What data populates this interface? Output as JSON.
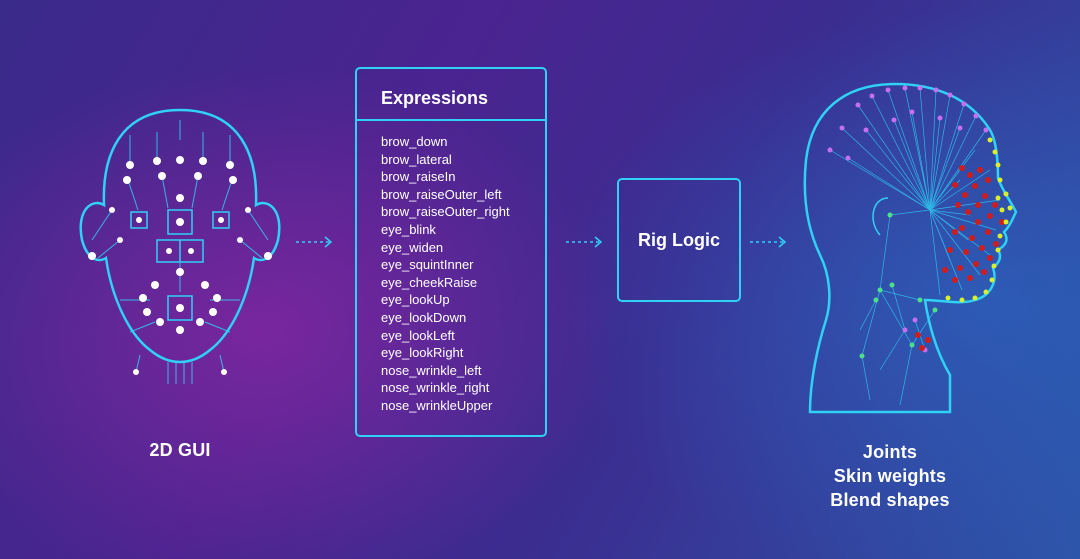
{
  "gui_caption": "2D GUI",
  "expressions": {
    "title": "Expressions",
    "items": [
      "brow_down",
      "brow_lateral",
      "brow_raiseIn",
      "brow_raiseOuter_left",
      "brow_raiseOuter_right",
      "eye_blink",
      "eye_widen",
      "eye_squintInner",
      "eye_cheekRaise",
      "eye_lookUp",
      "eye_lookDown",
      "eye_lookLeft",
      "eye_lookRight",
      "nose_wrinkle_left",
      "nose_wrinkle_right",
      "nose_wrinkleUpper"
    ]
  },
  "rig_logic": {
    "label": "Rig Logic"
  },
  "outputs": [
    "Joints",
    "Skin weights",
    "Blend shapes"
  ],
  "colors": {
    "accent": "#2fd1f5",
    "dot_red": "#d01c1c",
    "dot_yellow": "#d8f02a",
    "dot_violet": "#c66ef0",
    "dot_green": "#4ce08a"
  }
}
